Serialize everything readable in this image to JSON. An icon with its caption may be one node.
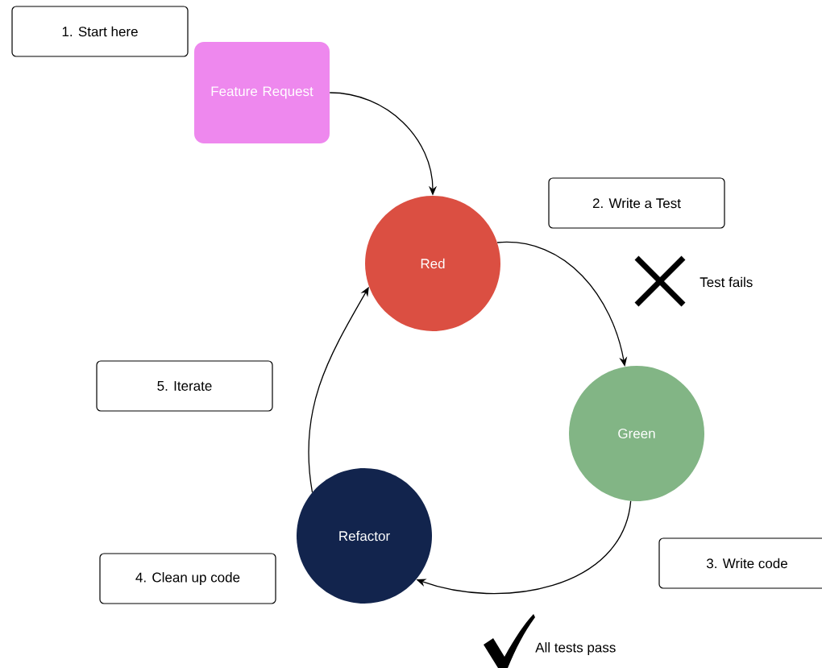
{
  "diagram": {
    "nodes": [
      {
        "text": [
          "1. Start here"
        ]
      },
      {
        "text": [
          "Feature Request"
        ]
      },
      {
        "text": [
          "2. Write a Test"
        ]
      },
      {
        "text": [
          "Red"
        ]
      },
      {
        "text": [
          "Green"
        ]
      },
      {
        "text": [
          "5. Iterate"
        ]
      },
      {
        "text": [
          "Refactor"
        ]
      },
      {
        "text": [
          "4. Clean up code"
        ]
      },
      {
        "text": [
          "3. Write code"
        ]
      }
    ],
    "edges": [
      {
        "from": 1,
        "to": 3,
        "arrow": "to"
      },
      {
        "from": 3,
        "to": 4,
        "arrow": "to"
      },
      {
        "from": 4,
        "to": 6,
        "arrow": "to"
      },
      {
        "from": 6,
        "to": 3,
        "arrow": "to"
      }
    ],
    "labels": [
      "Test fails",
      "All tests pass"
    ]
  }
}
